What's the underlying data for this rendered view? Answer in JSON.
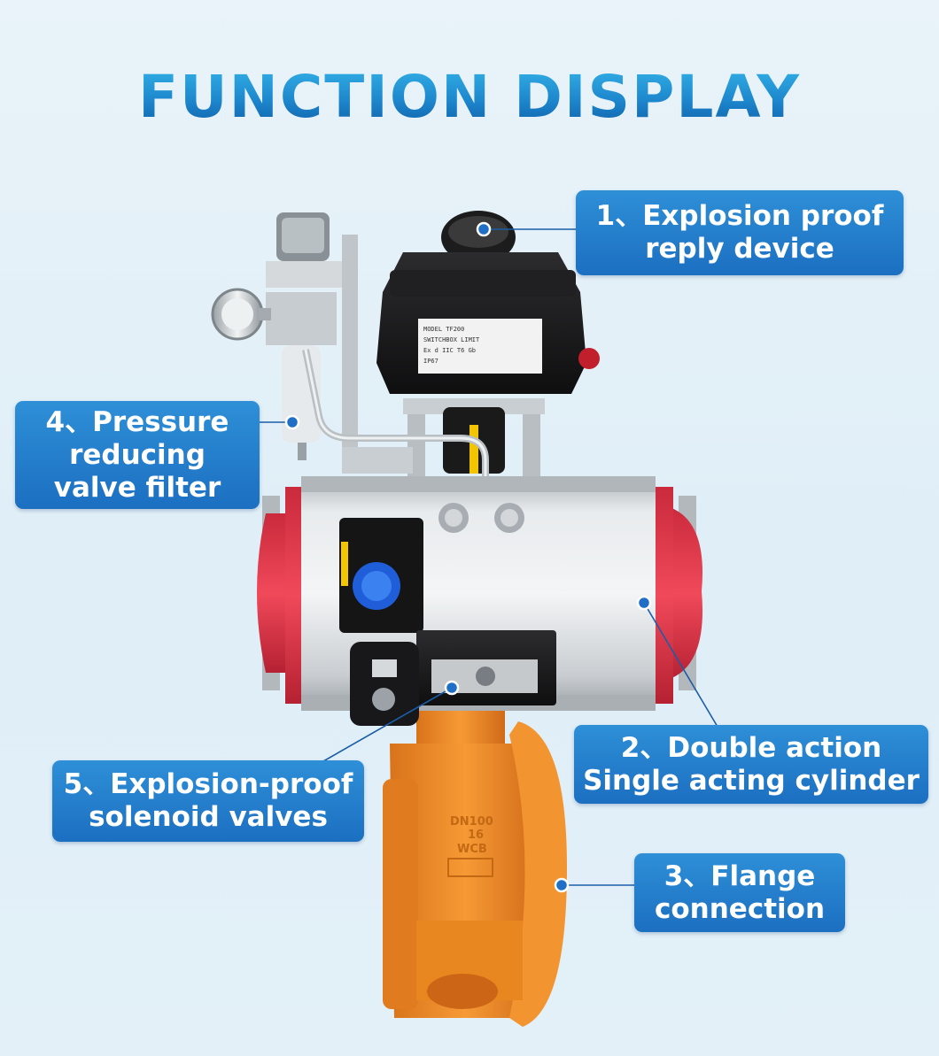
{
  "title": "FUNCTION DISPLAY",
  "colors": {
    "label_bg": "#1f74c4",
    "title_gradient_top": "#35b6ea",
    "title_gradient_bottom": "#0d5aa3",
    "valve_body": "#f08d2a",
    "actuator_caps": "#e63a4a",
    "actuator_body": "#d6dadd"
  },
  "callouts": [
    {
      "lines": [
        "1、Explosion proof",
        "reply device"
      ]
    },
    {
      "lines": [
        "2、Double action",
        "Single acting cylinder"
      ]
    },
    {
      "lines": [
        "3、Flange",
        "connection"
      ]
    },
    {
      "lines": [
        "4、Pressure",
        "reducing",
        "valve filter"
      ]
    },
    {
      "lines": [
        "5、Explosion-proof",
        "solenoid valves"
      ]
    }
  ],
  "product": {
    "switchbox_label_lines": [
      "MODEL TF200",
      "SWITCHBOX LIMIT",
      "Ex d IIC T6 Gb",
      "IP67"
    ],
    "valve_casting_lines": [
      "DN100",
      "16",
      "WCB"
    ]
  }
}
